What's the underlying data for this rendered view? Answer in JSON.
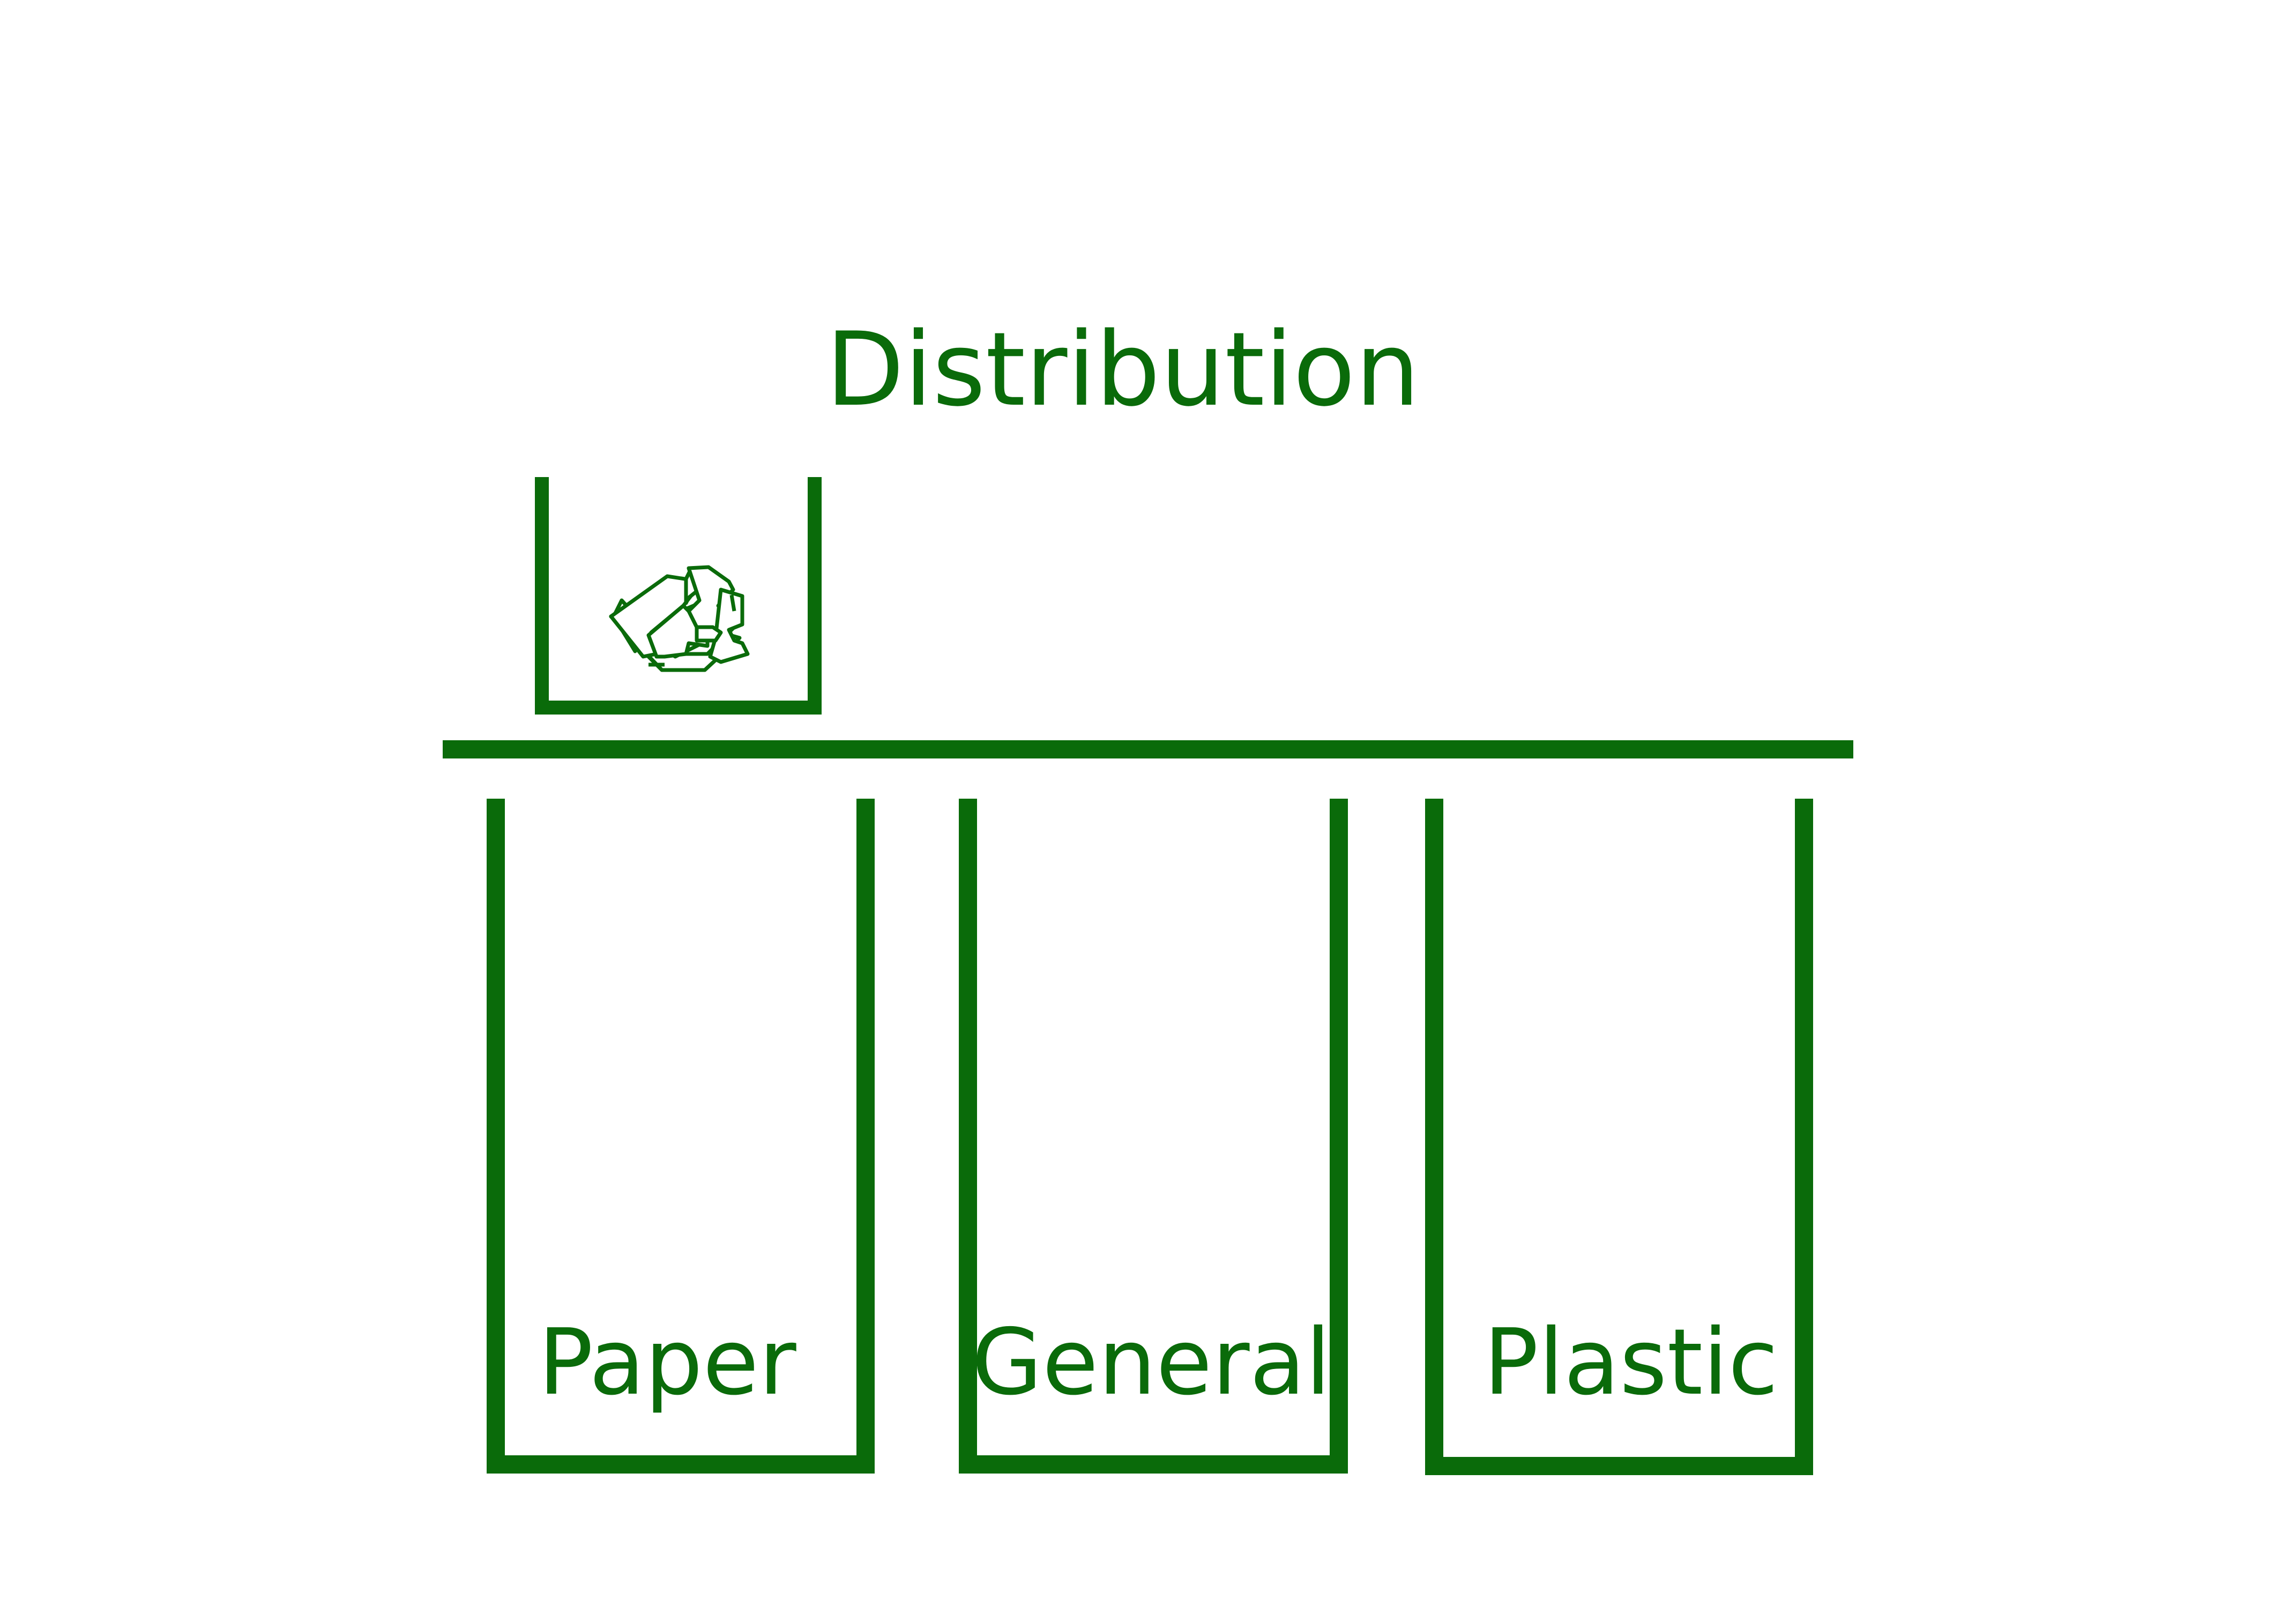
{
  "title": "Distribution",
  "colors": {
    "accent": "#0a6b0a",
    "background": "#ffffff"
  },
  "input_bin": {
    "item_icon": "crumpled-paper-icon"
  },
  "bins": [
    {
      "label": "Paper"
    },
    {
      "label": "General"
    },
    {
      "label": "Plastic"
    }
  ]
}
